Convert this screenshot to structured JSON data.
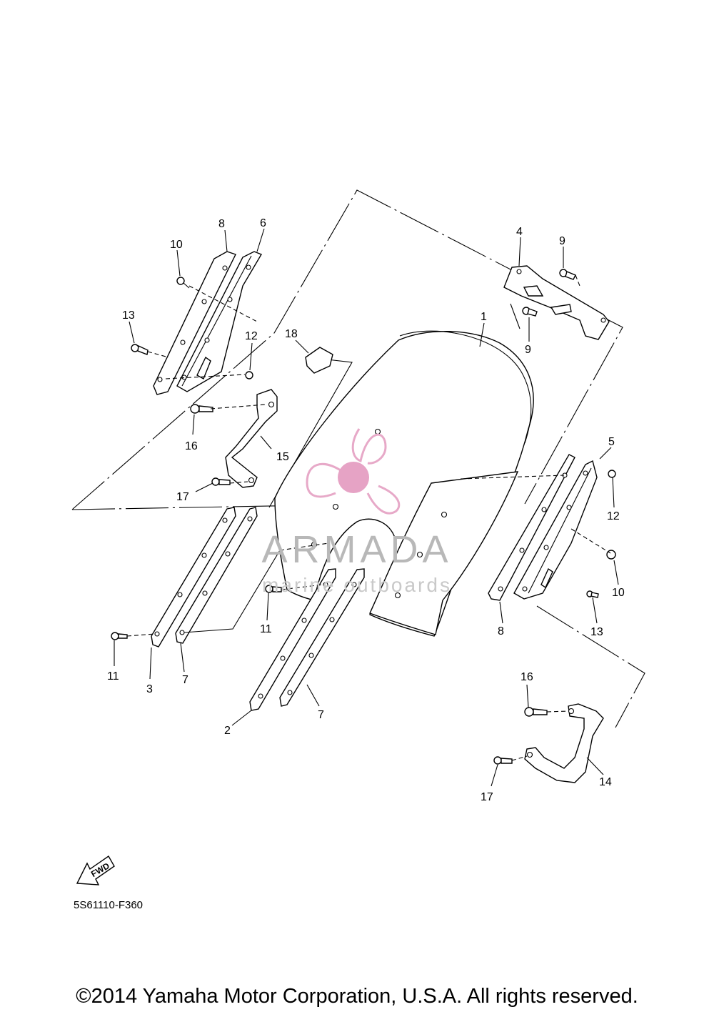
{
  "diagram": {
    "callouts": {
      "p1": "1",
      "p2": "2",
      "p3": "3",
      "p4": "4",
      "p5": "5",
      "p6": "6",
      "p7a": "7",
      "p7b": "7",
      "p8a": "8",
      "p8b": "8",
      "p9a": "9",
      "p9b": "9",
      "p10a": "10",
      "p10b": "10",
      "p11a": "11",
      "p11b": "11",
      "p12a": "12",
      "p12b": "12",
      "p13a": "13",
      "p13b": "13",
      "p14": "14",
      "p15": "15",
      "p16a": "16",
      "p16b": "16",
      "p17a": "17",
      "p17b": "17",
      "p18": "18"
    },
    "fwd_label": "FWD",
    "part_code": "5S61110-F360"
  },
  "watermark": {
    "brand": "ARMADA",
    "tagline": "marine outboards",
    "logo_color": "#e7a9c8",
    "center_color": "#e6a3c5",
    "text_color": "#b8b8b8"
  },
  "footer": {
    "copyright": "©2014 Yamaha Motor Corporation, U.S.A. All rights reserved."
  }
}
